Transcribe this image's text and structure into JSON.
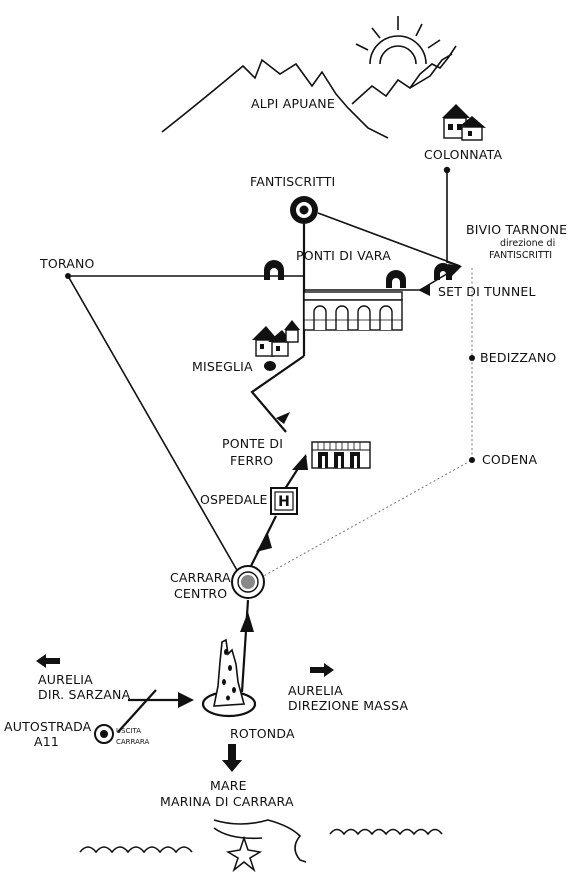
{
  "labels": {
    "alpi": "ALPI APUANE",
    "colonnata": "COLONNATA",
    "fantiscritti": "FANTISCRITTI",
    "bivio1": "BIVIO TARNONE",
    "bivio2": "direzione di",
    "bivio3": "FANTISCRITTI",
    "torano": "TORANO",
    "ponti_vara": "PONTI DI VARA",
    "set_tunnel": "SET DI TUNNEL",
    "bedizzano": "BEDIZZANO",
    "miseglia": "MISEGLIA",
    "ponte_ferro1": "PONTE DI",
    "ponte_ferro2": "FERRO",
    "codena": "CODENA",
    "ospedale": "OSPEDALE",
    "carrara1": "CARRARA",
    "carrara2": "CENTRO",
    "aurelia_sx1": "AURELIA",
    "aurelia_sx2": "DIR. SARZANA",
    "aurelia_dx1": "AURELIA",
    "aurelia_dx2": "DIREZIONE MASSA",
    "autostrada1": "AUTOSTRADA",
    "autostrada2": "A11",
    "uscita1": "USCITA",
    "uscita2": "CARRARA",
    "rotonda": "ROTONDA",
    "mare1": "MARE",
    "mare2": "MARINA DI CARRARA",
    "hospital": "H"
  },
  "icons": [
    "mountains-icon",
    "sun-icon",
    "house-icon",
    "bridge-icon",
    "hospital-icon",
    "roundabout-icon",
    "monument-icon",
    "arrow-icon",
    "waves-icon",
    "starfish-icon"
  ]
}
